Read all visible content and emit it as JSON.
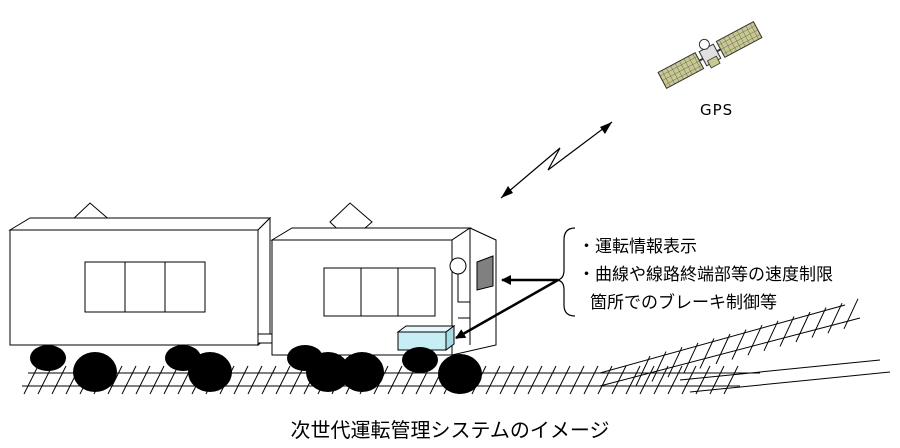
{
  "diagram": {
    "gps_label": "GPS",
    "features": [
      "・運転情報表示",
      "・曲線や線路終端部等の速度制限",
      "箇所でのブレーキ制御等"
    ],
    "caption": "次世代運転管理システムのイメージ"
  },
  "colors": {
    "display_panel": "#808080",
    "control_box": "#c6eef4",
    "satellite_panel": "#c8c890"
  }
}
